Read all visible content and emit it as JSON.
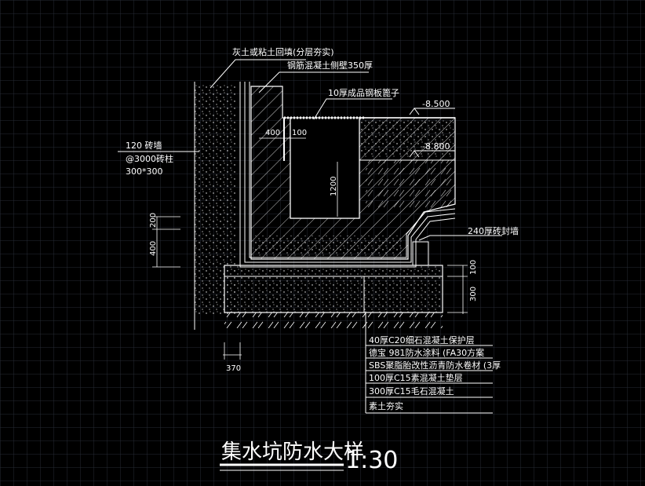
{
  "colors": {
    "background": "#000000",
    "grid": "#2b2f3a",
    "line": "#ffffff",
    "grid_major": "#3a3f4c"
  },
  "labels": {
    "backfill": "灰土或粘土回填(分层夯实)",
    "side_wall": "钢筋混凝土侧壁350厚",
    "cover": "10厚成品钢板篦子",
    "brick_wall_line1": "120 砖墙",
    "brick_wall_line2": "@3000砖柱",
    "brick_wall_line3": "300*300",
    "sealing_wall": "240厚砖封墙"
  },
  "elevations": {
    "top": "-8.500",
    "second": "-8.800"
  },
  "dimensions": {
    "d400": "400",
    "d100": "100",
    "d1200": "1200",
    "d200": "200",
    "d400_left": "400",
    "d100_right": "100",
    "d300": "300",
    "d370": "370"
  },
  "layers": [
    "40厚C20细石混凝土保护层",
    "德宝 981防水涂料 (FA30方案",
    "SBS聚脂胎改性沥青防水卷材 (3厚",
    "100厚C15素混凝土垫层",
    "300厚C15毛石混凝土",
    "素土夯实"
  ],
  "title": "集水坑防水大样",
  "scale": "1:30"
}
